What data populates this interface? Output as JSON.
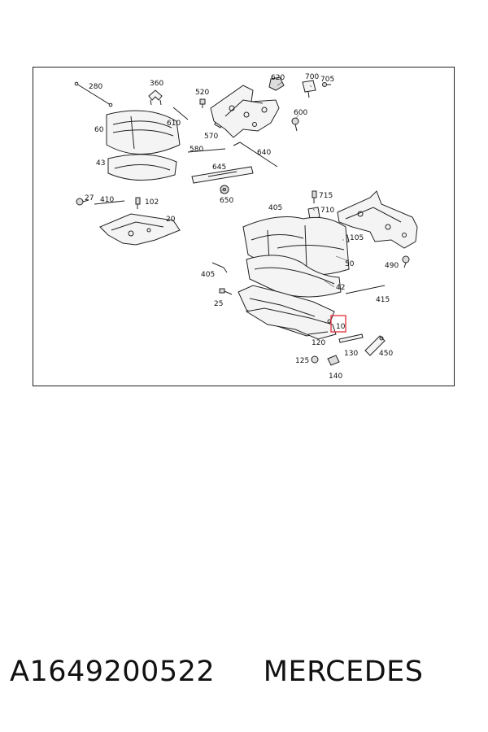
{
  "diagram": {
    "labels": [
      "280",
      "360",
      "520",
      "620",
      "700",
      "705",
      "600",
      "60",
      "610",
      "570",
      "580",
      "640",
      "43",
      "645",
      "27",
      "410",
      "102",
      "650",
      "715",
      "405",
      "710",
      "20",
      "105",
      "50",
      "490",
      "405",
      "42",
      "25",
      "415",
      "10",
      "120",
      "130",
      "450",
      "125",
      "140"
    ],
    "highlight_label": "10",
    "highlight_color": "#e0303a"
  },
  "caption": {
    "part_number": "A1649200522",
    "brand": "MERCEDES"
  }
}
